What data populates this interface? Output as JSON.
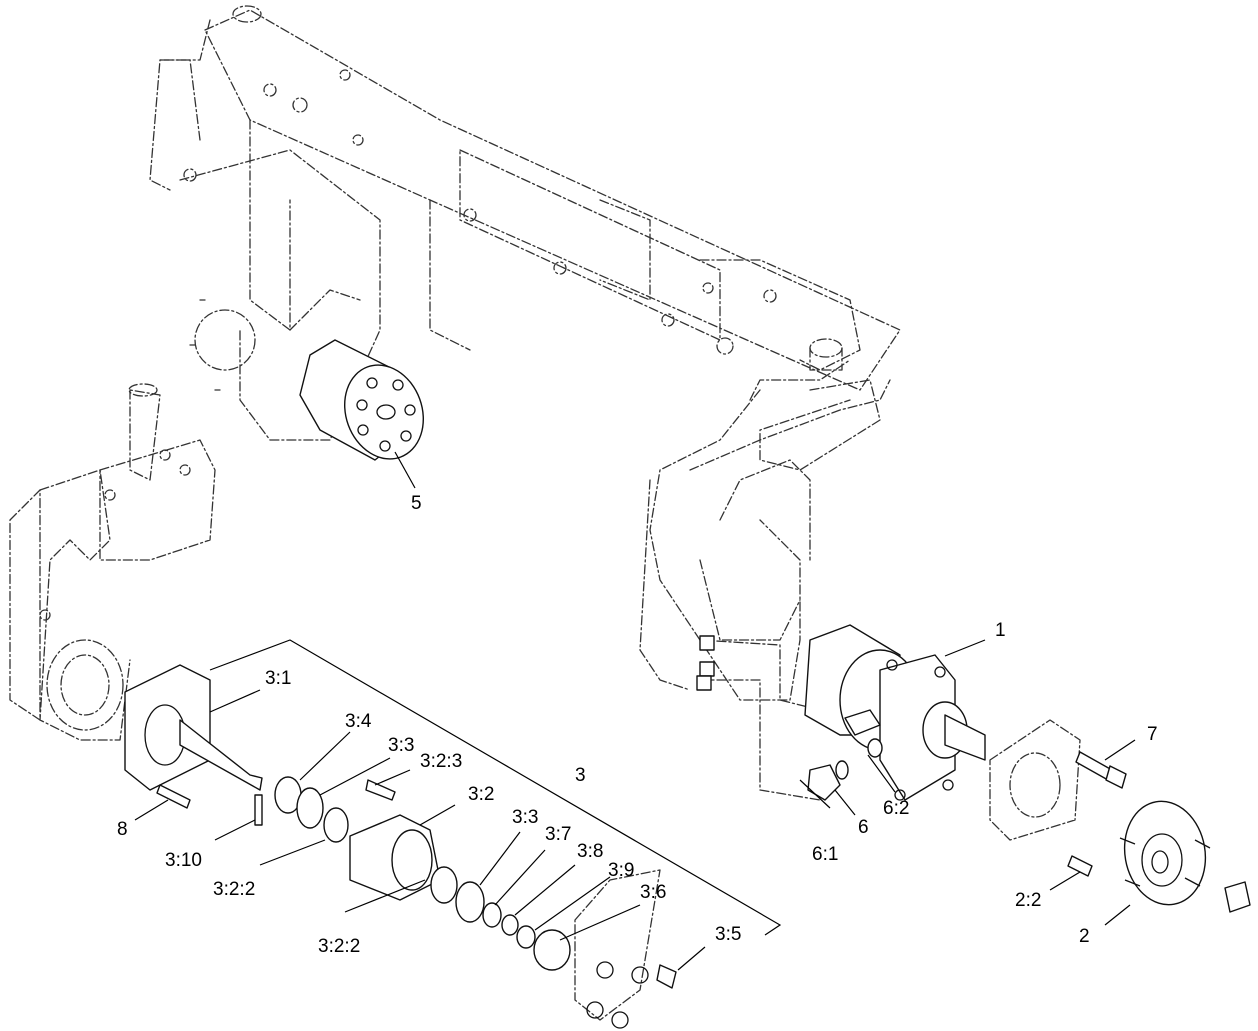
{
  "callouts": {
    "c1": "1",
    "c2": "2",
    "c2_2": "2:2",
    "c3": "3",
    "c3_1": "3:1",
    "c3_2": "3:2",
    "c3_2_2a": "3:2:2",
    "c3_2_2b": "3:2:2",
    "c3_2_3": "3:2:3",
    "c3_3a": "3:3",
    "c3_3b": "3:3",
    "c3_4": "3:4",
    "c3_5": "3:5",
    "c3_6": "3:6",
    "c3_7": "3:7",
    "c3_8": "3:8",
    "c3_9": "3:9",
    "c3_10": "3:10",
    "c5": "5",
    "c6": "6",
    "c6_1": "6:1",
    "c6_2": "6:2",
    "c7": "7",
    "c8": "8"
  }
}
